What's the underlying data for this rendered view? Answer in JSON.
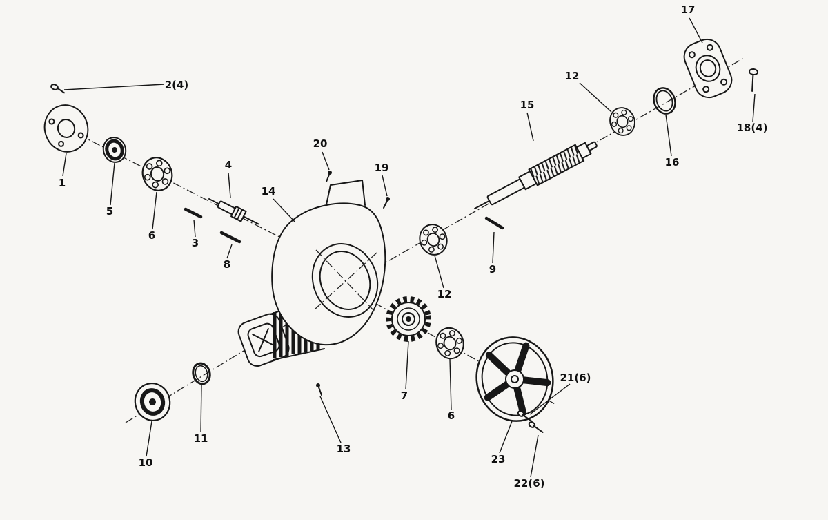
{
  "diagram": {
    "kind": "exploded-parts-diagram",
    "background_color": "#f7f6f3",
    "ink_color": "#171717",
    "callouts": [
      {
        "label": "2(4)",
        "part": "flange-screw"
      },
      {
        "label": "1",
        "part": "end-flange"
      },
      {
        "label": "5",
        "part": "small-bearing"
      },
      {
        "label": "6",
        "part": "ball-bearing-front"
      },
      {
        "label": "3",
        "part": "key-pin"
      },
      {
        "label": "4",
        "part": "pinion-shaft"
      },
      {
        "label": "8",
        "part": "roll-pin"
      },
      {
        "label": "14",
        "part": "gear-housing"
      },
      {
        "label": "20",
        "part": "set-screw-top"
      },
      {
        "label": "19",
        "part": "set-screw-front"
      },
      {
        "label": "12",
        "part": "ball-bearing-center"
      },
      {
        "label": "9",
        "part": "drive-pin"
      },
      {
        "label": "15",
        "part": "armature-shaft"
      },
      {
        "label": "12",
        "part": "ball-bearing-rear"
      },
      {
        "label": "16",
        "part": "o-ring-rear"
      },
      {
        "label": "17",
        "part": "end-plate"
      },
      {
        "label": "18(4)",
        "part": "end-plate-screw"
      },
      {
        "label": "7",
        "part": "spur-gear"
      },
      {
        "label": "6",
        "part": "ball-bearing-output"
      },
      {
        "label": "23",
        "part": "wheel-flange"
      },
      {
        "label": "21(6)",
        "part": "wheel-screw"
      },
      {
        "label": "22(6)",
        "part": "wheel-washer-screw"
      },
      {
        "label": "10",
        "part": "lower-bearing"
      },
      {
        "label": "11",
        "part": "o-ring-lower"
      },
      {
        "label": "13",
        "part": "housing-screw"
      }
    ]
  }
}
